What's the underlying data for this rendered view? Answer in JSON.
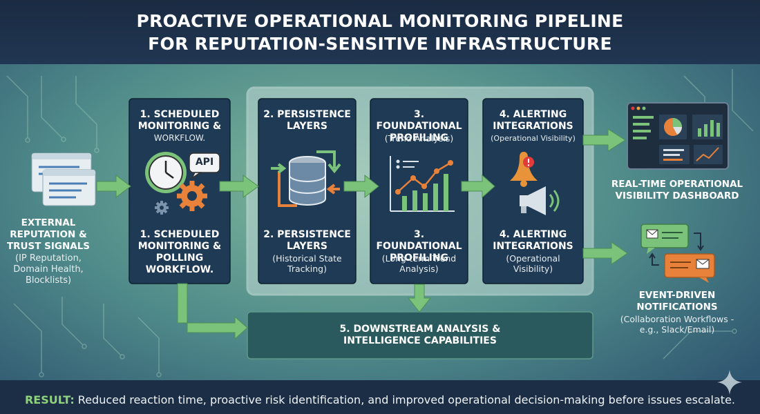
{
  "title": "PROACTIVE OPERATIONAL MONITORING PIPELINE\nFOR REPUTATION-SENSITIVE INFRASTRUCTURE",
  "input": {
    "title": "EXTERNAL\nREPUTATION &\nTRUST SIGNALS",
    "subtitle": "(IP Reputation,\nDomain Health,\nBlocklists)"
  },
  "stages": [
    {
      "top_title": "1. SCHEDULED\nMONITORING &",
      "top_sub": "WORKFLOW.",
      "bottom_title": "1. SCHEDULED\nMONITORING &\nPOLLING\nWORKFLOW.",
      "bottom_sub": "",
      "badge": "API"
    },
    {
      "top_title": "2. PERSISTENCE\nLAYERS",
      "top_sub": "",
      "bottom_title": "2. PERSISTENCE\nLAYERS",
      "bottom_sub": "(Historical State\nTracking)"
    },
    {
      "top_title": "3. FOUNDATIONAL\nPROFILING",
      "top_sub": "(Trend Analysis)",
      "bottom_title": "3. FOUNDATIONAL\nPROFILING",
      "bottom_sub": "(Long-term Trend\nAnalysis)"
    },
    {
      "top_title": "4. ALERTING\nINTEGRATIONS",
      "top_sub": "(Operational Visibility)",
      "bottom_title": "4. ALERTING\nINTEGRATIONS",
      "bottom_sub": "(Operational\nVisibility)"
    }
  ],
  "downstream": "5. DOWNSTREAM ANALYSIS &\nINTELLIGENCE CAPABILITIES",
  "outputs": {
    "dashboard": "REAL-TIME OPERATIONAL\nVISIBILITY DASHBOARD",
    "notifications_title": "EVENT-DRIVEN\nNOTIFICATIONS",
    "notifications_sub": "(Collaboration Workflows -\ne.g., Slack/Email)"
  },
  "result": {
    "label": "RESULT:",
    "text": " Reduced reaction time, proactive risk identification, and improved operational decision-making before issues escalate."
  },
  "colors": {
    "banner": "#1c2e45",
    "stage_box": "#1f3a54",
    "pipeline_frame": "#c3dbd7",
    "arrow_green": "#7bc27a",
    "downstream_box": "#2a5a5d",
    "gear_orange": "#e8823a",
    "alert_orange": "#e8923a",
    "alert_red": "#e23b3b",
    "clock_green": "#7bc27a"
  },
  "icons": [
    "document-stack-icon",
    "clock-icon",
    "api-bubble-icon",
    "gear-icon",
    "database-icon",
    "sync-arrow-icon",
    "line-chart-icon",
    "bell-icon",
    "alert-badge-icon",
    "megaphone-icon",
    "dashboard-monitor-icon",
    "chat-bubble-icon",
    "sparkle-icon"
  ]
}
